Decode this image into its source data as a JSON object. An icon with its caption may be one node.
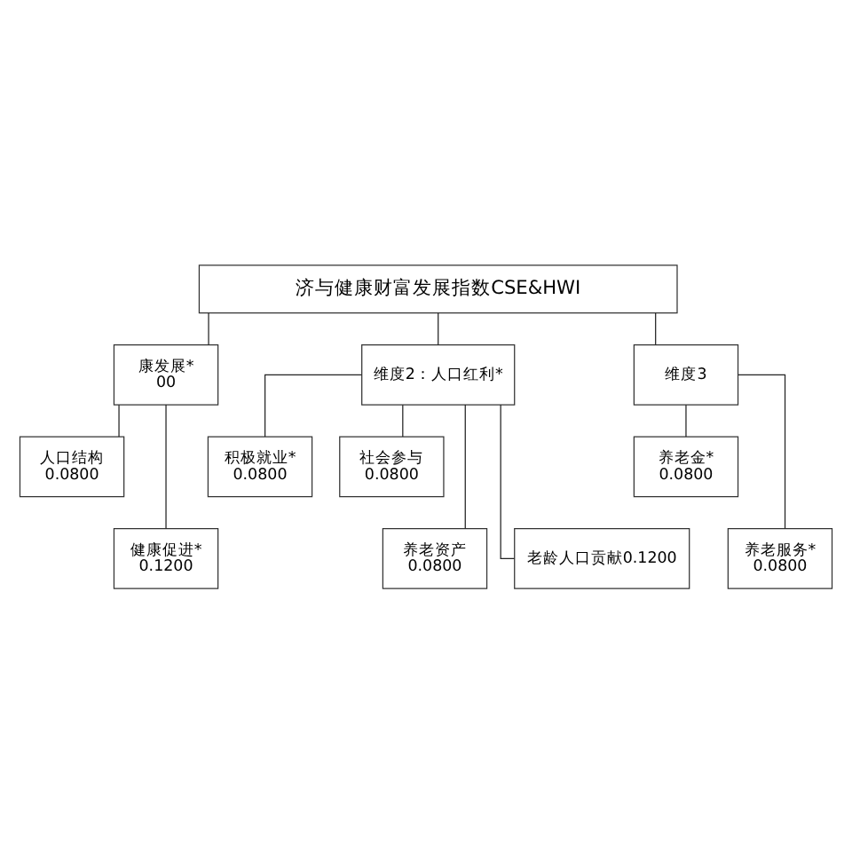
{
  "diagram": {
    "nodes": [
      {
        "text": [
          "济与健康财富发展指数CSE&HWI"
        ]
      },
      {
        "text": [
          "康发展*",
          "00"
        ]
      },
      {
        "text": [
          "维度2：人口红利*"
        ]
      },
      {
        "text": [
          "维度3"
        ]
      },
      {
        "text": [
          "人口结构",
          "0.0800"
        ]
      },
      {
        "text": [
          "积极就业*",
          "0.0800"
        ]
      },
      {
        "text": [
          "社会参与",
          "0.0800"
        ]
      },
      {
        "text": [
          "养老金*",
          "0.0800"
        ]
      },
      {
        "text": [
          "健康促进*",
          "0.1200"
        ]
      },
      {
        "text": [
          "养老资产",
          "0.0800"
        ]
      },
      {
        "text": [
          "老龄人口贡献0.1200"
        ]
      },
      {
        "text": [
          "养老服务*",
          "0.0800"
        ]
      }
    ],
    "edges": [
      {
        "from": 0,
        "to": 1,
        "arrow": "none"
      },
      {
        "from": 0,
        "to": 2,
        "arrow": "none"
      },
      {
        "from": 0,
        "to": 3,
        "arrow": "none"
      },
      {
        "from": 1,
        "to": 4,
        "arrow": "none"
      },
      {
        "from": 1,
        "to": 8,
        "arrow": "none"
      },
      {
        "from": 2,
        "to": 5,
        "arrow": "none"
      },
      {
        "from": 2,
        "to": 6,
        "arrow": "none"
      },
      {
        "from": 2,
        "to": 9,
        "arrow": "none"
      },
      {
        "from": 2,
        "to": 10,
        "arrow": "none"
      },
      {
        "from": 3,
        "to": 7,
        "arrow": "none"
      },
      {
        "from": 3,
        "to": 11,
        "arrow": "none"
      }
    ]
  }
}
